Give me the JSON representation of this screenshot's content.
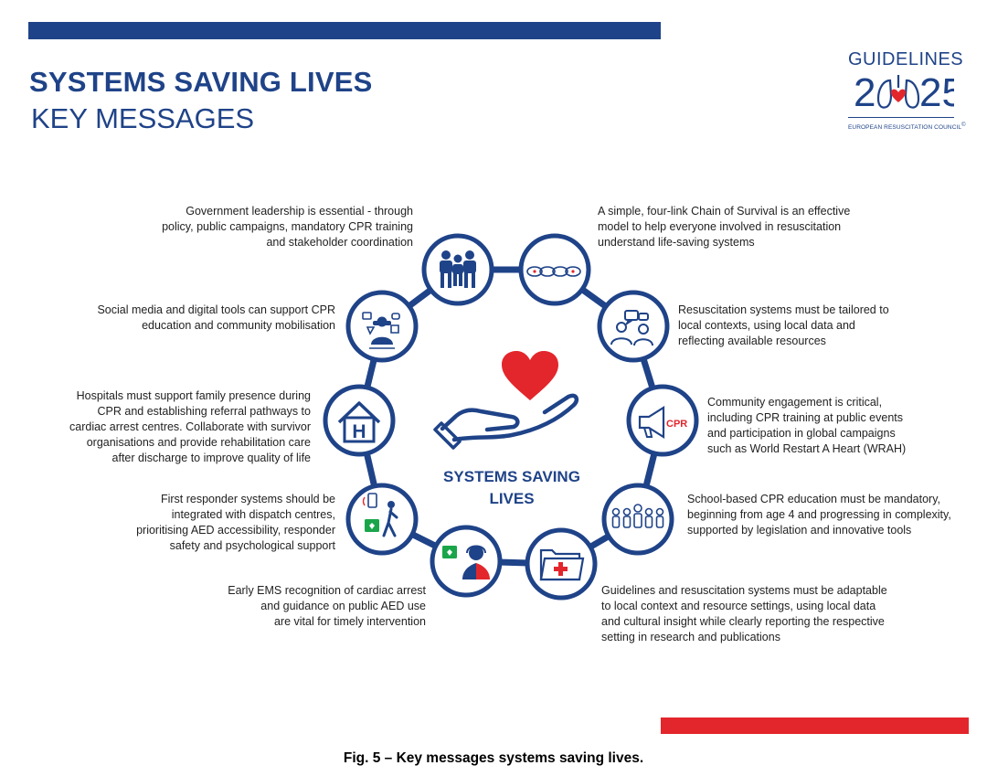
{
  "header": {
    "title": "SYSTEMS SAVING LIVES",
    "subtitle": "KEY MESSAGES"
  },
  "logo": {
    "word": "GUIDELINES",
    "year_start": "2",
    "year_end": "25",
    "org": "EUROPEAN RESUSCITATION COUNCIL",
    "copyright": "©"
  },
  "center": {
    "line1": "SYSTEMS SAVING",
    "line2": "LIVES"
  },
  "colors": {
    "navy": "#1f4388",
    "red": "#e3262c",
    "green": "#1aa54a"
  },
  "nodes": [
    {
      "icon": "people-group-icon",
      "lines": [
        "Government leadership is essential - through",
        "policy, public campaigns, mandatory CPR training",
        "and stakeholder coordination"
      ]
    },
    {
      "icon": "chain-of-survival-icon",
      "lines": [
        "A simple, four-link Chain of Survival is an effective",
        "model to help everyone involved in resuscitation",
        "understand life-saving systems"
      ]
    },
    {
      "icon": "local-data-icon",
      "lines": [
        "Resuscitation systems must be tailored to",
        "local contexts, using local data and",
        "reflecting available resources"
      ]
    },
    {
      "icon": "megaphone-cpr-icon",
      "cpr": "CPR",
      "lines": [
        "Community engagement is critical,",
        "including CPR training at public events",
        "and participation in global campaigns",
        "such as World Restart A Heart (WRAH)"
      ]
    },
    {
      "icon": "school-children-icon",
      "lines": [
        "School-based CPR education must be mandatory,",
        "beginning from age 4 and progressing in complexity,",
        "supported by legislation and innovative tools"
      ]
    },
    {
      "icon": "medical-folder-icon",
      "lines": [
        "Guidelines and resuscitation systems must be adaptable",
        "to local context and resource settings, using local data",
        "and cultural insight while clearly reporting the respective",
        "setting in research and publications"
      ]
    },
    {
      "icon": "ems-dispatcher-icon",
      "lines": [
        "Early EMS recognition of cardiac arrest",
        "and guidance on public AED use",
        "are vital for timely intervention"
      ]
    },
    {
      "icon": "first-responder-icon",
      "lines": [
        "First responder systems should be",
        "integrated with dispatch centres,",
        "prioritising AED accessibility, responder",
        "safety and psychological support"
      ]
    },
    {
      "icon": "hospital-icon",
      "lines": [
        "Hospitals must support family presence during",
        "CPR and establishing referral pathways to",
        "cardiac arrest centres. Collaborate with survivor",
        "organisations and provide rehabilitation care",
        "after discharge to improve quality of life"
      ]
    },
    {
      "icon": "digital-tools-icon",
      "lines": [
        "Social media and digital tools can support CPR",
        "education and community mobilisation"
      ]
    }
  ],
  "caption": "Fig. 5 – Key messages systems saving lives."
}
